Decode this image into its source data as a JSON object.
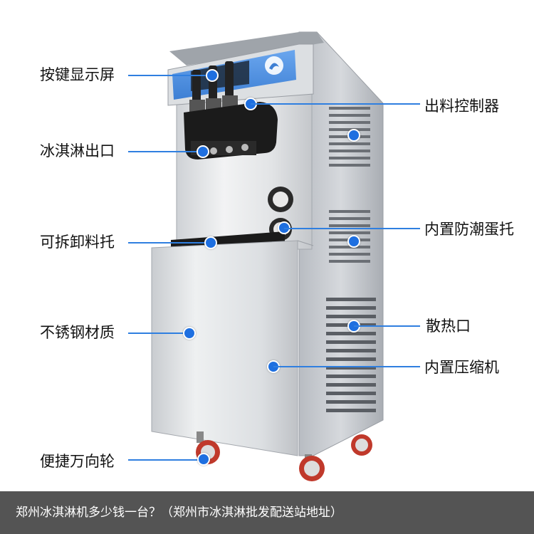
{
  "labels": {
    "key_display": "按键显示屏",
    "dispense_nozzle": "冰淇淋出口",
    "drip_tray": "可拆卸料托",
    "stainless": "不锈钢材质",
    "casters": "便捷万向轮",
    "outlet_control": "出料控制器",
    "cone_holder": "内置防潮蛋托",
    "vent": "散热口",
    "compressor": "内置压缩机"
  },
  "caption": "郑州冰淇淋机多少钱一台？（郑州市冰淇淋批发配送站地址）",
  "colors": {
    "leader": "#2f7fe0",
    "dot": "#1e6fe0",
    "caption_bg": "#3c3c3c",
    "panel_blue": "#4a8fe0"
  }
}
